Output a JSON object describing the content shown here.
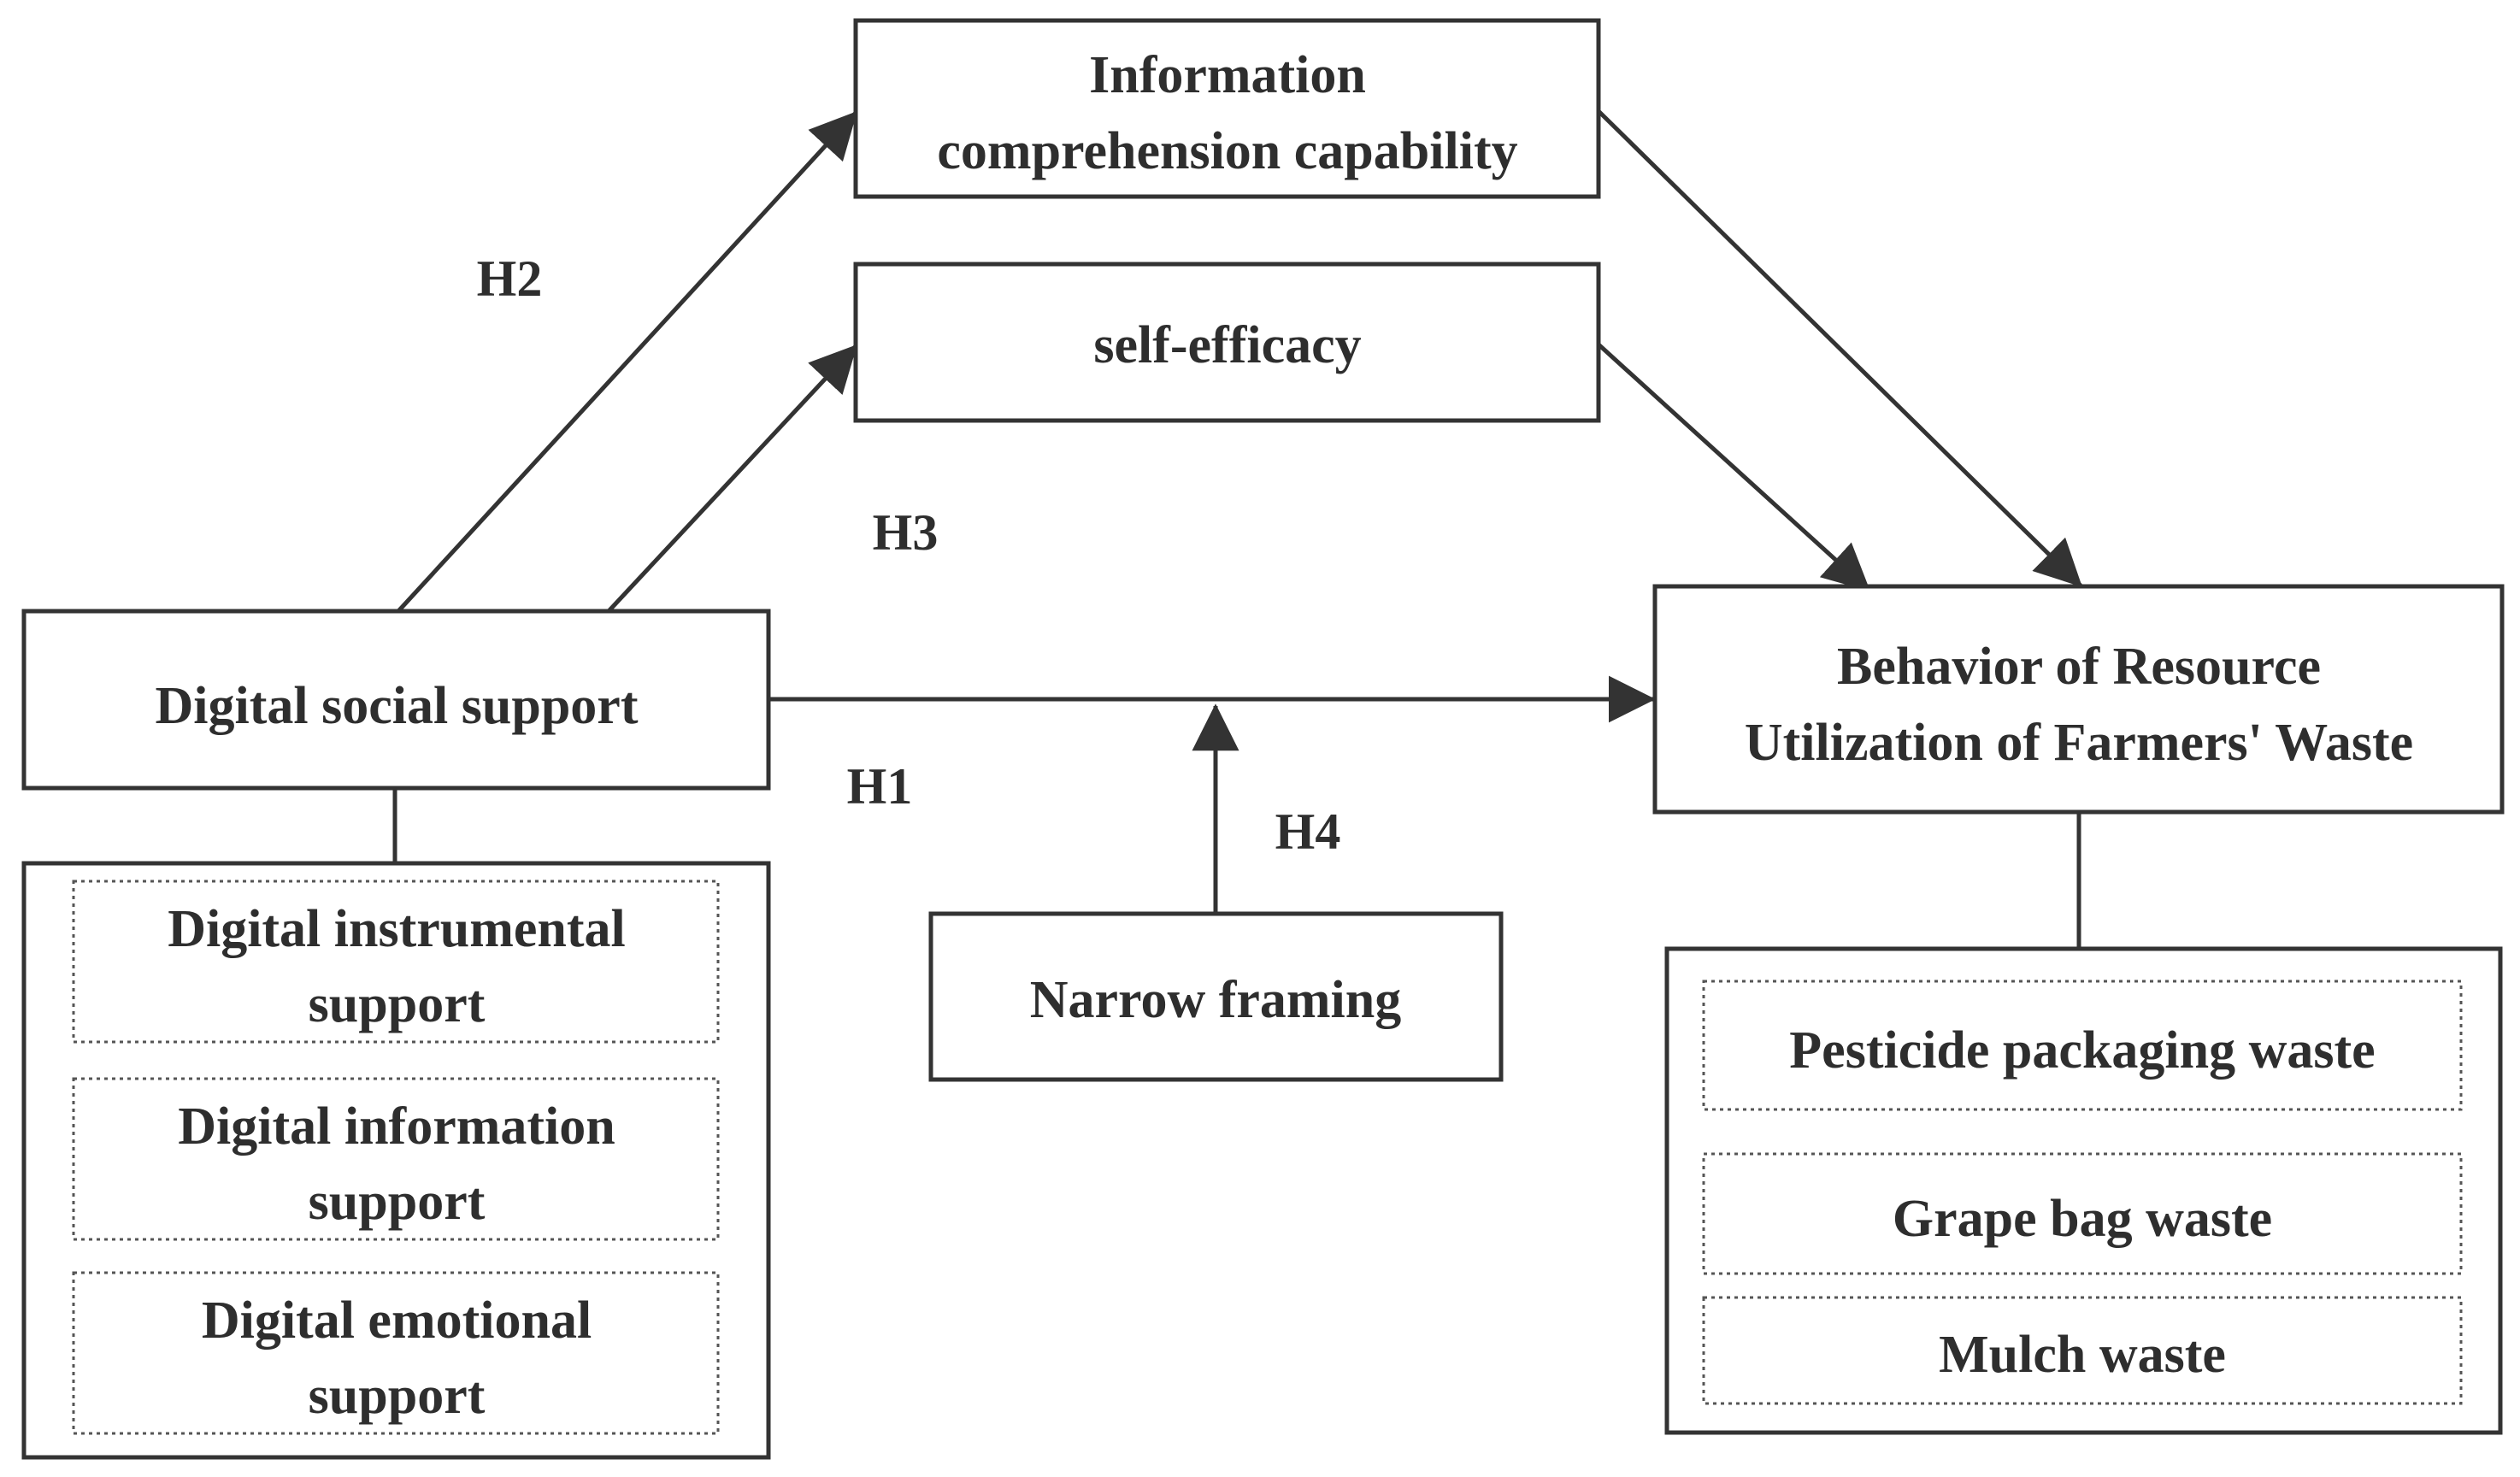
{
  "nodes": {
    "info_comprehension": [
      "Information",
      "comprehension capability"
    ],
    "self_efficacy": [
      "self-efficacy"
    ],
    "digital_social_support": [
      "Digital social support"
    ],
    "behavior": [
      "Behavior of Resource",
      "Utilization of Farmers' Waste"
    ],
    "narrow_framing": [
      "Narrow framing"
    ]
  },
  "support_dimensions": [
    [
      "Digital instrumental",
      "support"
    ],
    [
      "Digital information",
      "support"
    ],
    [
      "Digital emotional",
      "support"
    ]
  ],
  "waste_types": [
    [
      "Pesticide packaging waste"
    ],
    [
      "Grape bag waste"
    ],
    [
      "Mulch waste"
    ]
  ],
  "hypotheses": {
    "h1": "H1",
    "h2": "H2",
    "h3": "H3",
    "h4": "H4"
  }
}
